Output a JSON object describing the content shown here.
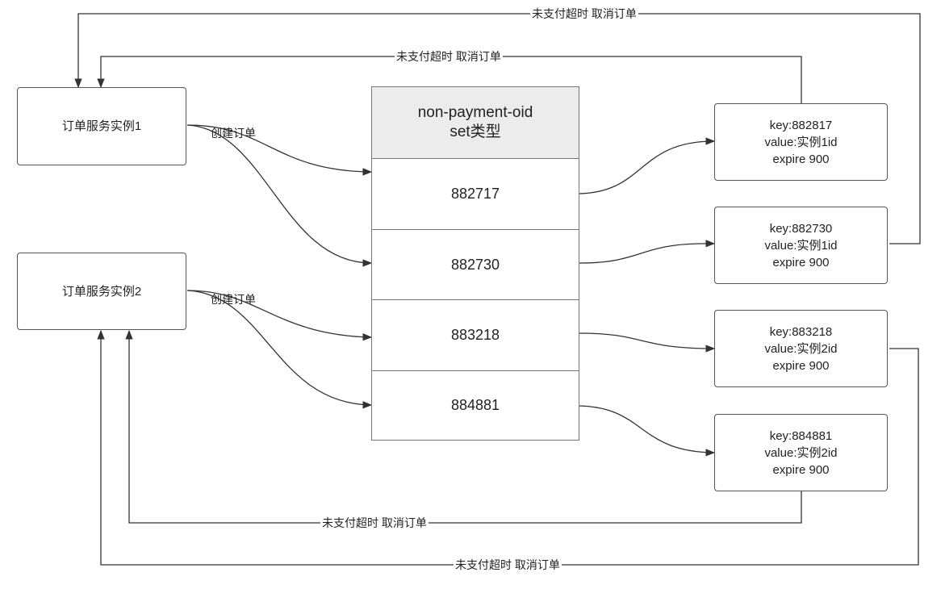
{
  "instances": [
    {
      "label": "订单服务实例1"
    },
    {
      "label": "订单服务实例2"
    }
  ],
  "set": {
    "title": "non-payment-oid",
    "subtitle": "set类型",
    "items": [
      "882717",
      "882730",
      "883218",
      "884881"
    ]
  },
  "keys": [
    {
      "key": "key:882817",
      "value": "value:实例1id",
      "expire": "expire 900"
    },
    {
      "key": "key:882730",
      "value": "value:实例1id",
      "expire": "expire 900"
    },
    {
      "key": "key:883218",
      "value": "value:实例2id",
      "expire": "expire 900"
    },
    {
      "key": "key:884881",
      "value": "value:实例2id",
      "expire": "expire 900"
    }
  ],
  "labels": {
    "create_order": "创建订单",
    "timeout_cancel": "未支付超时 取消订单"
  },
  "colors": {
    "line": "#333333",
    "box_border": "#555555",
    "header_fill": "#ececec"
  }
}
